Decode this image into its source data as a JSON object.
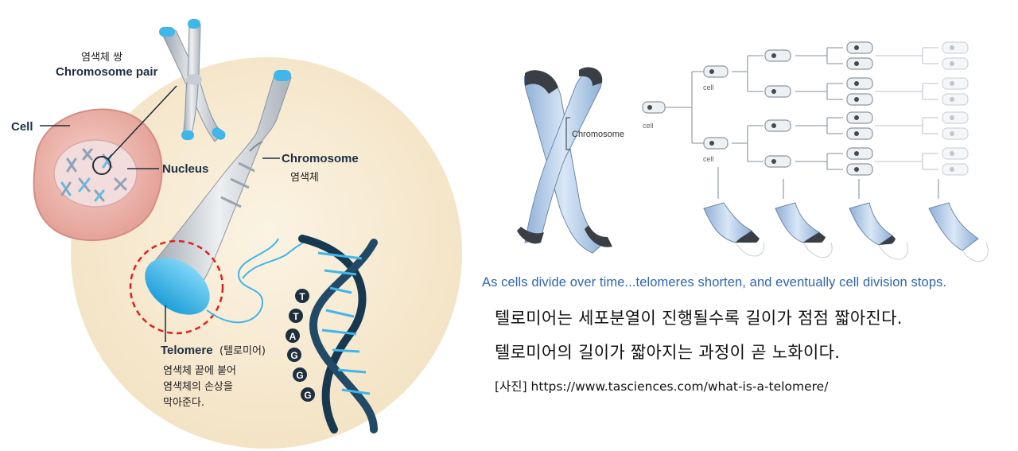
{
  "left_diagram": {
    "chromosome_pair_ko": "염색체 쌍",
    "chromosome_pair_en": "Chromosome pair",
    "cell": "Cell",
    "nucleus": "Nucleus",
    "chromosome_en": "Chromosome",
    "chromosome_ko": "염색체",
    "telomere_en": "Telomere",
    "telomere_ko": "(텔로미어)",
    "telomere_desc": [
      "염색체 끝에 붙어",
      "염색체의 손상을",
      "막아준다."
    ],
    "bases": [
      "T",
      "T",
      "A",
      "G",
      "G",
      "G"
    ],
    "colors": {
      "telomere": "#29b6e8",
      "dna_dark": "#17384f",
      "highlight": "#e02020",
      "bg_circle": "#f8ecd4",
      "cell": "#eab0a8"
    }
  },
  "right_diagram": {
    "chromosome_label": "Chromosome",
    "cell_labels": [
      "cell",
      "cell",
      "cell"
    ],
    "caption": "As cells divide over time...telomeres shorten, and eventually cell division stops."
  },
  "text": {
    "line1": "텔로미어는 세포분열이 진행될수록 길이가 점점 짧아진다.",
    "line2": "텔로미어의 길이가 짧아지는 과정이 곧 노화이다.",
    "source": "[사진] https://www.tasciences.com/what-is-a-telomere/"
  }
}
